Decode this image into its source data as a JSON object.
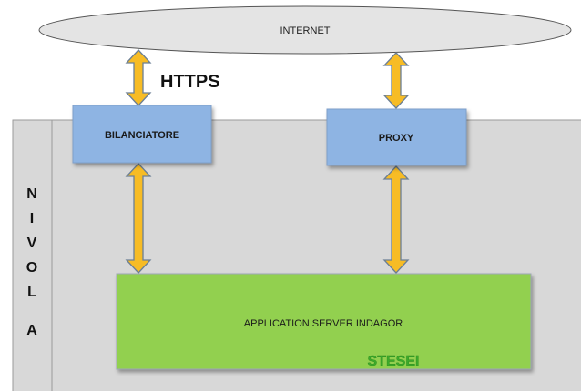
{
  "internet": {
    "label": "INTERNET"
  },
  "cloud": {
    "name_letters": [
      "N",
      "I",
      "V",
      "O",
      "L",
      "A"
    ]
  },
  "protocol_label": "HTTPS",
  "balancer": {
    "label": "BILANCIATORE"
  },
  "proxy": {
    "label": "PROXY"
  },
  "app_server": {
    "label": "APPLICATION SERVER INDAGOR",
    "watermark": "STESEI"
  },
  "colors": {
    "internet_fill": "#e4e4e4",
    "cloud_fill": "#d8d8d8",
    "node_fill": "#8eb4e3",
    "server_fill": "#92d050",
    "arrow_fill": "#f7bc25",
    "arrow_stroke": "#6b7f95",
    "watermark": "#3caa2a"
  }
}
